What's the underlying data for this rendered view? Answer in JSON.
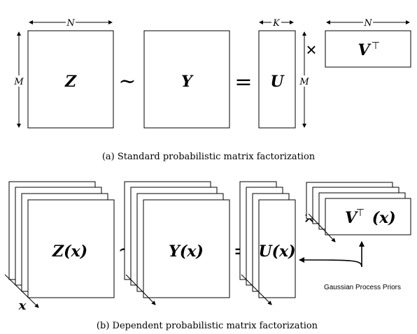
{
  "panel_a": {
    "caption": "(a) Standard probabilistic matrix factorization",
    "dims": {
      "n_top": "N",
      "m_left": "M",
      "k_top": "K",
      "m_right": "M",
      "n_right": "N"
    },
    "symbols": {
      "z": "Z",
      "y": "Y",
      "u": "U",
      "v": "V",
      "transpose": "⊤"
    },
    "operators": {
      "sim": "∼",
      "eq": "=",
      "times": "×"
    }
  },
  "panel_b": {
    "caption": "(b) Dependent probabilistic matrix factorization",
    "symbols": {
      "zx": "Z(x)",
      "yx": "Y(x)",
      "ux": "U(x)",
      "vx": "V",
      "vx_suffix": "(x)",
      "transpose": "⊤",
      "axis_x": "x"
    },
    "operators": {
      "sim": "∼",
      "eq": "=",
      "times": "×"
    },
    "gp_label": "Gaussian Process Priors"
  }
}
